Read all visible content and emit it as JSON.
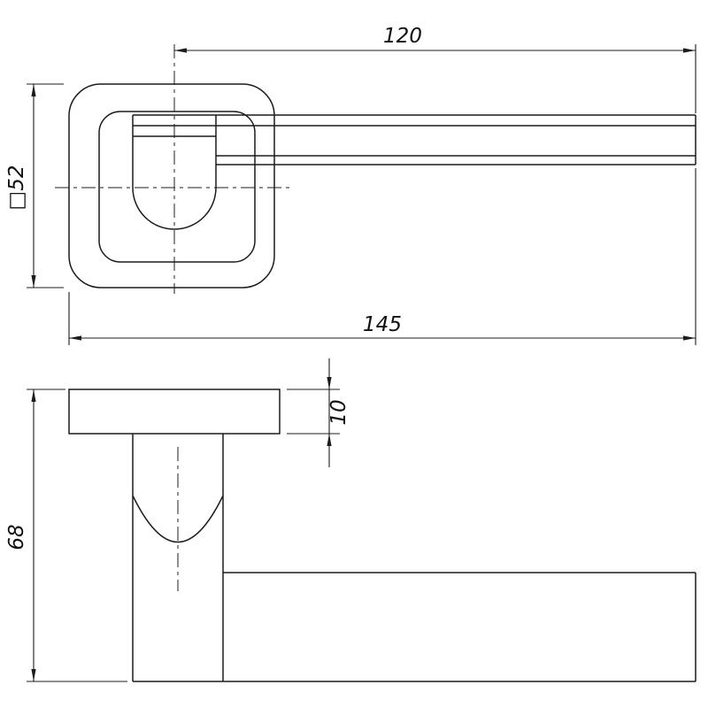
{
  "drawing": {
    "dimensions": {
      "lever_length": "120",
      "total_length": "145",
      "rose_square": "□52",
      "handle_height": "68",
      "rose_thickness": "10"
    }
  }
}
